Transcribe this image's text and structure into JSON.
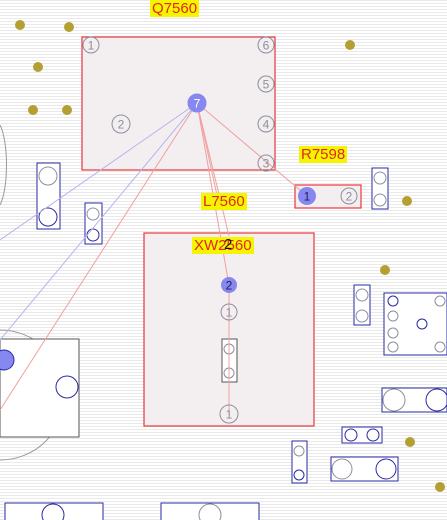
{
  "parts": {
    "q7560": {
      "ref": "Q7560",
      "pins": {
        "p1": "1",
        "p2": "2",
        "p3": "3",
        "p4": "4",
        "p5": "5",
        "p6": "6",
        "p7": "7"
      }
    },
    "r7598": {
      "ref": "R7598",
      "pins": {
        "p1": "1",
        "p2": "2"
      }
    },
    "l7560": {
      "ref": "L7560",
      "pins": {
        "p1": "1",
        "p2": "2"
      }
    },
    "xw2560": {
      "ref": "XW2560",
      "pins": {
        "p1": "1"
      }
    }
  },
  "colors": {
    "selected_outline": "#e8363c",
    "selected_fill": "#f3eff0",
    "pad_outline": "#8e8e9e",
    "highlight_pad": "#8787f0",
    "via": "#b4a032",
    "ratsnest_red": "#f0a0a0",
    "ratsnest_blue": "#b4b4f0",
    "footprint": "#2a2aa0",
    "label_bg": "#f5f500",
    "label_text": "#e0281e"
  }
}
